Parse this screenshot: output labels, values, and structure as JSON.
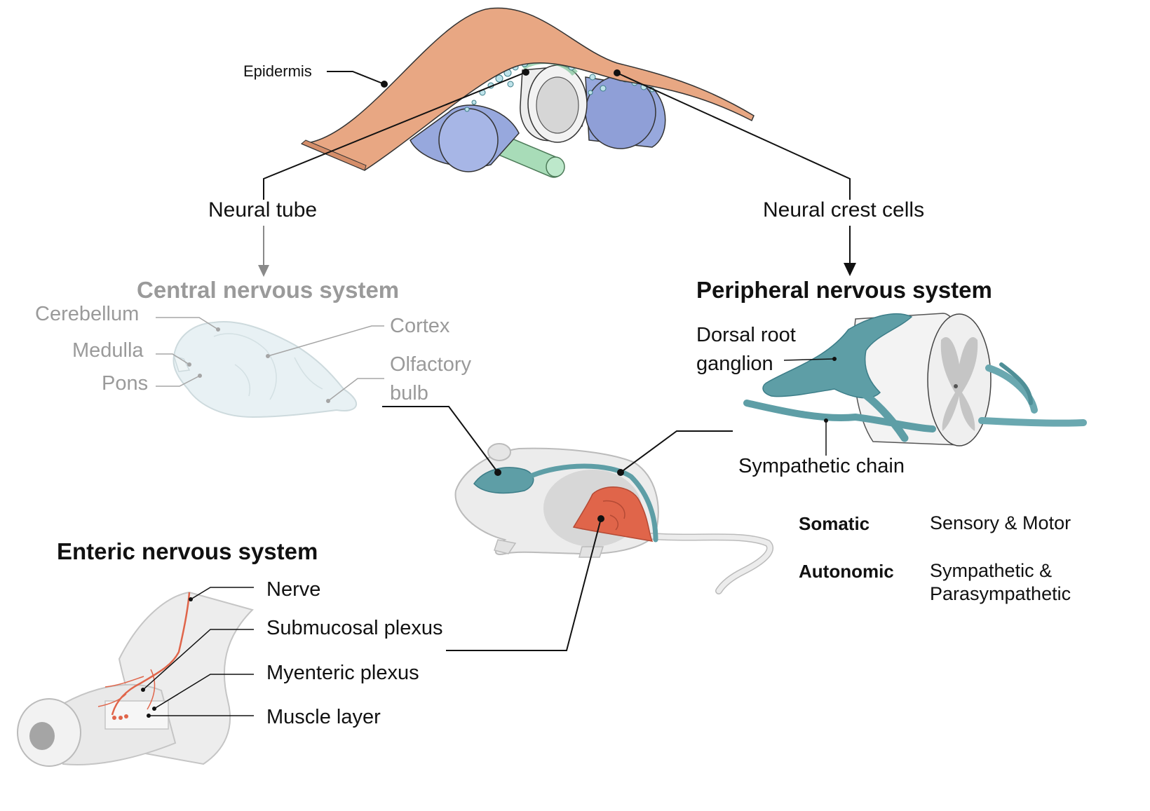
{
  "top": {
    "epidermis": "Epidermis",
    "neural_tube": "Neural tube",
    "neural_crest": "Neural crest cells"
  },
  "cns": {
    "title": "Central nervous system",
    "cerebellum": "Cerebellum",
    "medulla": "Medulla",
    "pons": "Pons",
    "cortex": "Cortex",
    "olfactory_line1": "Olfactory",
    "olfactory_line2": "bulb"
  },
  "pns": {
    "title": "Peripheral nervous system",
    "drg_line1": "Dorsal root",
    "drg_line2": "ganglion",
    "sympathetic_chain": "Sympathetic chain",
    "rows": [
      {
        "key": "Somatic",
        "value_line1": "Sensory & Motor",
        "value_line2": ""
      },
      {
        "key": "Autonomic",
        "value_line1": "Sympathetic &",
        "value_line2": "Parasympathetic"
      }
    ]
  },
  "ens": {
    "title": "Enteric nervous system",
    "nerve": "Nerve",
    "submucosal": "Submucosal plexus",
    "myenteric": "Myenteric plexus",
    "muscle": "Muscle layer"
  },
  "colors": {
    "epidermis": "#e8a783",
    "somite": "#97a8dd",
    "notochord": "#a8dcb8",
    "crest": "#bfe3ea",
    "nerve_teal": "#5e9ea6",
    "gut_red": "#e0654a",
    "cns_fill": "#e6f0f3"
  }
}
